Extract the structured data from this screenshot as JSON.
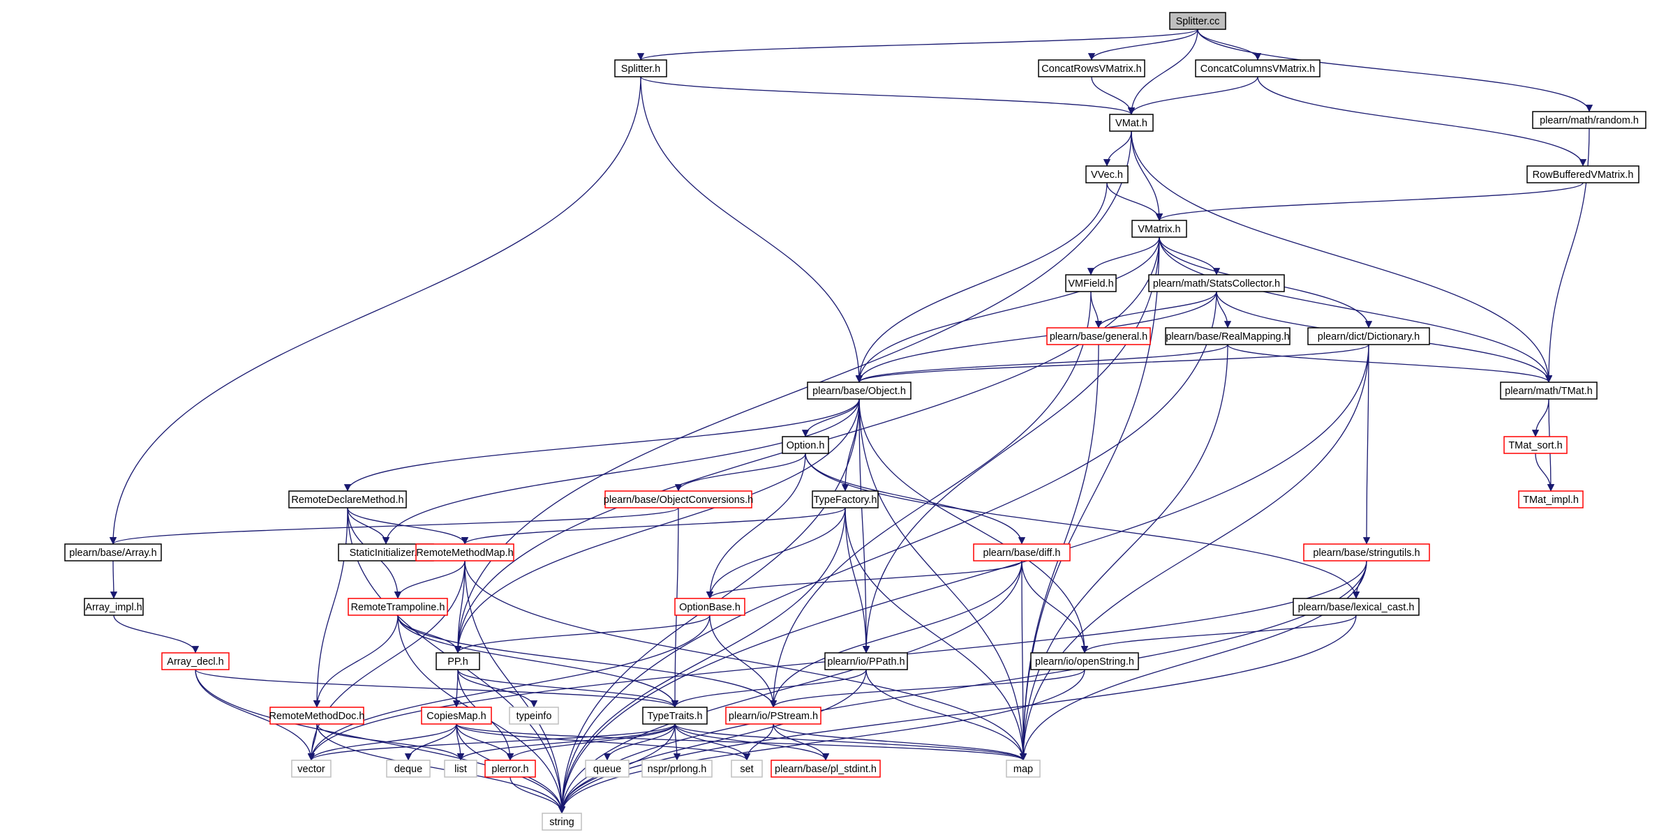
{
  "colors": {
    "edge": "#191970",
    "root_fill": "#bfbfbf",
    "node_border": "#000000",
    "undocumented_border": "#ff0000",
    "external_border": "#bfbfbf"
  },
  "nodes": [
    {
      "id": "splitter_cc",
      "label": "Splitter.cc",
      "style": "root"
    },
    {
      "id": "splitter_h",
      "label": "Splitter.h",
      "style": "normal"
    },
    {
      "id": "concatrows",
      "label": "ConcatRowsVMatrix.h",
      "style": "normal"
    },
    {
      "id": "concatcols",
      "label": "ConcatColumnsVMatrix.h",
      "style": "normal"
    },
    {
      "id": "random_h",
      "label": "plearn/math/random.h",
      "style": "normal"
    },
    {
      "id": "vmat_h",
      "label": "VMat.h",
      "style": "normal"
    },
    {
      "id": "rowbuffered",
      "label": "RowBufferedVMatrix.h",
      "style": "normal"
    },
    {
      "id": "vvec_h",
      "label": "VVec.h",
      "style": "normal"
    },
    {
      "id": "vmatrix_h",
      "label": "VMatrix.h",
      "style": "normal"
    },
    {
      "id": "vmfield_h",
      "label": "VMField.h",
      "style": "normal"
    },
    {
      "id": "statscollector",
      "label": "plearn/math/StatsCollector.h",
      "style": "normal"
    },
    {
      "id": "general_h",
      "label": "plearn/base/general.h",
      "style": "red"
    },
    {
      "id": "realmapping",
      "label": "plearn/base/RealMapping.h",
      "style": "normal"
    },
    {
      "id": "dictionary",
      "label": "plearn/dict/Dictionary.h",
      "style": "normal"
    },
    {
      "id": "object_h",
      "label": "plearn/base/Object.h",
      "style": "normal"
    },
    {
      "id": "tmat_h",
      "label": "plearn/math/TMat.h",
      "style": "normal"
    },
    {
      "id": "tmat_sort",
      "label": "TMat_sort.h",
      "style": "red"
    },
    {
      "id": "tmat_impl",
      "label": "TMat_impl.h",
      "style": "red"
    },
    {
      "id": "option_h",
      "label": "Option.h",
      "style": "normal"
    },
    {
      "id": "objconv",
      "label": "plearn/base/ObjectConversions.h",
      "style": "red"
    },
    {
      "id": "remotedeclare",
      "label": "RemoteDeclareMethod.h",
      "style": "normal"
    },
    {
      "id": "typefactory",
      "label": "TypeFactory.h",
      "style": "normal"
    },
    {
      "id": "diff_h",
      "label": "plearn/base/diff.h",
      "style": "red"
    },
    {
      "id": "stringutils",
      "label": "plearn/base/stringutils.h",
      "style": "red"
    },
    {
      "id": "array_h",
      "label": "plearn/base/Array.h",
      "style": "normal"
    },
    {
      "id": "staticinit",
      "label": "StaticInitializer.h",
      "style": "normal"
    },
    {
      "id": "remotemethodmap",
      "label": "RemoteMethodMap.h",
      "style": "red"
    },
    {
      "id": "array_impl",
      "label": "Array_impl.h",
      "style": "normal"
    },
    {
      "id": "remotetrampoline",
      "label": "RemoteTrampoline.h",
      "style": "red"
    },
    {
      "id": "optionbase",
      "label": "OptionBase.h",
      "style": "red"
    },
    {
      "id": "lexical_cast",
      "label": "plearn/base/lexical_cast.h",
      "style": "normal"
    },
    {
      "id": "array_decl",
      "label": "Array_decl.h",
      "style": "red"
    },
    {
      "id": "pp_h",
      "label": "PP.h",
      "style": "normal"
    },
    {
      "id": "ppath_h",
      "label": "plearn/io/PPath.h",
      "style": "normal"
    },
    {
      "id": "openstring",
      "label": "plearn/io/openString.h",
      "style": "normal"
    },
    {
      "id": "remotemethoddoc",
      "label": "RemoteMethodDoc.h",
      "style": "red"
    },
    {
      "id": "copiesmap",
      "label": "CopiesMap.h",
      "style": "red"
    },
    {
      "id": "typeinfo",
      "label": "typeinfo",
      "style": "external"
    },
    {
      "id": "typetraits",
      "label": "TypeTraits.h",
      "style": "normal"
    },
    {
      "id": "pstream",
      "label": "plearn/io/PStream.h",
      "style": "red"
    },
    {
      "id": "vector",
      "label": "vector",
      "style": "external"
    },
    {
      "id": "deque",
      "label": "deque",
      "style": "external"
    },
    {
      "id": "list",
      "label": "list",
      "style": "external"
    },
    {
      "id": "plerror",
      "label": "plerror.h",
      "style": "red"
    },
    {
      "id": "queue",
      "label": "queue",
      "style": "external"
    },
    {
      "id": "prlong",
      "label": "nspr/prlong.h",
      "style": "external"
    },
    {
      "id": "set",
      "label": "set",
      "style": "external"
    },
    {
      "id": "pl_stdint",
      "label": "plearn/base/pl_stdint.h",
      "style": "red"
    },
    {
      "id": "map",
      "label": "map",
      "style": "external"
    },
    {
      "id": "string",
      "label": "string",
      "style": "external"
    }
  ],
  "edges": [
    [
      "splitter_cc",
      "splitter_h"
    ],
    [
      "splitter_cc",
      "concatrows"
    ],
    [
      "splitter_cc",
      "concatcols"
    ],
    [
      "splitter_cc",
      "random_h"
    ],
    [
      "splitter_cc",
      "vmat_h"
    ],
    [
      "splitter_h",
      "vmat_h"
    ],
    [
      "splitter_h",
      "object_h"
    ],
    [
      "splitter_h",
      "array_h"
    ],
    [
      "concatrows",
      "vmat_h"
    ],
    [
      "concatcols",
      "vmat_h"
    ],
    [
      "concatcols",
      "rowbuffered"
    ],
    [
      "random_h",
      "tmat_h"
    ],
    [
      "rowbuffered",
      "vmatrix_h"
    ],
    [
      "vmat_h",
      "vvec_h"
    ],
    [
      "vmat_h",
      "vmatrix_h"
    ],
    [
      "vmat_h",
      "tmat_h"
    ],
    [
      "vmat_h",
      "pp_h"
    ],
    [
      "vvec_h",
      "vmatrix_h"
    ],
    [
      "vvec_h",
      "object_h"
    ],
    [
      "vmatrix_h",
      "vmfield_h"
    ],
    [
      "vmatrix_h",
      "statscollector"
    ],
    [
      "vmatrix_h",
      "dictionary"
    ],
    [
      "vmatrix_h",
      "object_h"
    ],
    [
      "vmatrix_h",
      "tmat_h"
    ],
    [
      "vmatrix_h",
      "map"
    ],
    [
      "vmatrix_h",
      "ppath_h"
    ],
    [
      "vmatrix_h",
      "pp_h"
    ],
    [
      "vmfield_h",
      "general_h"
    ],
    [
      "vmfield_h",
      "pstream"
    ],
    [
      "statscollector",
      "general_h"
    ],
    [
      "statscollector",
      "realmapping"
    ],
    [
      "statscollector",
      "object_h"
    ],
    [
      "statscollector",
      "tmat_h"
    ],
    [
      "statscollector",
      "string"
    ],
    [
      "general_h",
      "map"
    ],
    [
      "realmapping",
      "object_h"
    ],
    [
      "realmapping",
      "tmat_h"
    ],
    [
      "realmapping",
      "map"
    ],
    [
      "dictionary",
      "object_h"
    ],
    [
      "dictionary",
      "stringutils"
    ],
    [
      "dictionary",
      "map"
    ],
    [
      "dictionary",
      "string"
    ],
    [
      "tmat_h",
      "tmat_sort"
    ],
    [
      "tmat_h",
      "tmat_impl"
    ],
    [
      "tmat_sort",
      "tmat_impl"
    ],
    [
      "object_h",
      "option_h"
    ],
    [
      "object_h",
      "typefactory"
    ],
    [
      "object_h",
      "remotedeclare"
    ],
    [
      "object_h",
      "staticinit"
    ],
    [
      "object_h",
      "pp_h"
    ],
    [
      "object_h",
      "ppath_h"
    ],
    [
      "object_h",
      "openstring"
    ],
    [
      "object_h",
      "map"
    ],
    [
      "object_h",
      "string"
    ],
    [
      "option_h",
      "objconv"
    ],
    [
      "option_h",
      "diff_h"
    ],
    [
      "option_h",
      "optionbase"
    ],
    [
      "option_h",
      "lexical_cast"
    ],
    [
      "objconv",
      "array_h"
    ],
    [
      "objconv",
      "typetraits"
    ],
    [
      "remotedeclare",
      "staticinit"
    ],
    [
      "remotedeclare",
      "remotemethodmap"
    ],
    [
      "remotedeclare",
      "remotetrampoline"
    ],
    [
      "remotedeclare",
      "remotemethoddoc"
    ],
    [
      "remotedeclare",
      "string"
    ],
    [
      "typefactory",
      "remotemethodmap"
    ],
    [
      "typefactory",
      "optionbase"
    ],
    [
      "typefactory",
      "ppath_h"
    ],
    [
      "typefactory",
      "map"
    ],
    [
      "typefactory",
      "string"
    ],
    [
      "diff_h",
      "optionbase"
    ],
    [
      "diff_h",
      "openstring"
    ],
    [
      "diff_h",
      "pstream"
    ],
    [
      "diff_h",
      "map"
    ],
    [
      "diff_h",
      "string"
    ],
    [
      "stringutils",
      "lexical_cast"
    ],
    [
      "stringutils",
      "vector"
    ],
    [
      "stringutils",
      "map"
    ],
    [
      "stringutils",
      "string"
    ],
    [
      "array_h",
      "array_impl"
    ],
    [
      "array_impl",
      "array_decl"
    ],
    [
      "remotemethodmap",
      "remotetrampoline"
    ],
    [
      "remotemethodmap",
      "pp_h"
    ],
    [
      "remotemethodmap",
      "map"
    ],
    [
      "remotemethodmap",
      "vector"
    ],
    [
      "remotemethodmap",
      "string"
    ],
    [
      "remotetrampoline",
      "pp_h"
    ],
    [
      "remotetrampoline",
      "typetraits"
    ],
    [
      "remotetrampoline",
      "pstream"
    ],
    [
      "remotetrampoline",
      "remotemethoddoc"
    ],
    [
      "remotetrampoline",
      "string"
    ],
    [
      "optionbase",
      "pp_h"
    ],
    [
      "optionbase",
      "pstream"
    ],
    [
      "optionbase",
      "vector"
    ],
    [
      "lexical_cast",
      "openstring"
    ],
    [
      "lexical_cast",
      "string"
    ],
    [
      "array_decl",
      "typetraits"
    ],
    [
      "array_decl",
      "vector"
    ],
    [
      "array_decl",
      "string"
    ],
    [
      "pp_h",
      "copiesmap"
    ],
    [
      "pp_h",
      "typeinfo"
    ],
    [
      "pp_h",
      "typetraits"
    ],
    [
      "pp_h",
      "plerror"
    ],
    [
      "ppath_h",
      "typetraits"
    ],
    [
      "ppath_h",
      "map"
    ],
    [
      "ppath_h",
      "string"
    ],
    [
      "openstring",
      "pstream"
    ],
    [
      "openstring",
      "string"
    ],
    [
      "remotemethoddoc",
      "list"
    ],
    [
      "remotemethoddoc",
      "vector"
    ],
    [
      "remotemethoddoc",
      "string"
    ],
    [
      "copiesmap",
      "map"
    ],
    [
      "copiesmap",
      "vector"
    ],
    [
      "copiesmap",
      "deque"
    ],
    [
      "copiesmap",
      "list"
    ],
    [
      "copiesmap",
      "set"
    ],
    [
      "copiesmap",
      "plerror"
    ],
    [
      "copiesmap",
      "string"
    ],
    [
      "typetraits",
      "vector"
    ],
    [
      "typetraits",
      "list"
    ],
    [
      "typetraits",
      "map"
    ],
    [
      "typetraits",
      "set"
    ],
    [
      "typetraits",
      "queue"
    ],
    [
      "typetraits",
      "prlong"
    ],
    [
      "typetraits",
      "pl_stdint"
    ],
    [
      "typetraits",
      "plerror"
    ],
    [
      "typetraits",
      "string"
    ],
    [
      "pstream",
      "set"
    ],
    [
      "pstream",
      "pl_stdint"
    ],
    [
      "pstream",
      "map"
    ],
    [
      "plerror",
      "string"
    ]
  ]
}
